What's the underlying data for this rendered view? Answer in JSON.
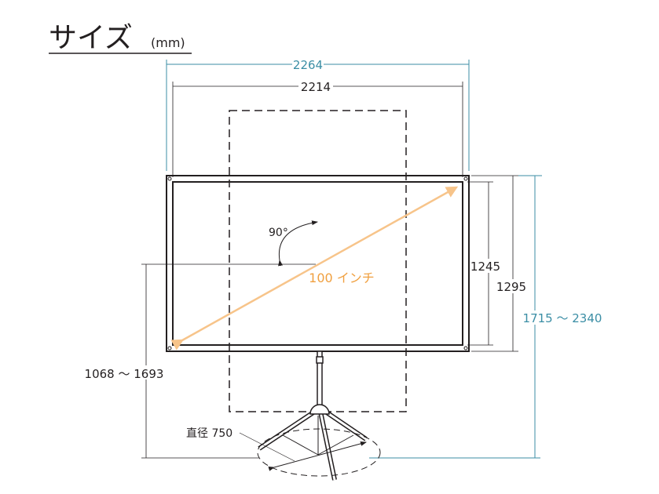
{
  "title": "サイズ",
  "unit": "(mm)",
  "dimensions": {
    "outer_width": "2264",
    "inner_width": "2214",
    "inner_height": "1245",
    "outer_height": "1295",
    "total_height": "1715 〜 2340",
    "screen_bottom_height": "1068 〜 1693",
    "diagonal": "100 インチ",
    "rotation": "90°",
    "base_diameter": "直径 750"
  },
  "colors": {
    "blue": "#3b8ea5",
    "orange": "#f0a040",
    "line": "#231f20"
  }
}
